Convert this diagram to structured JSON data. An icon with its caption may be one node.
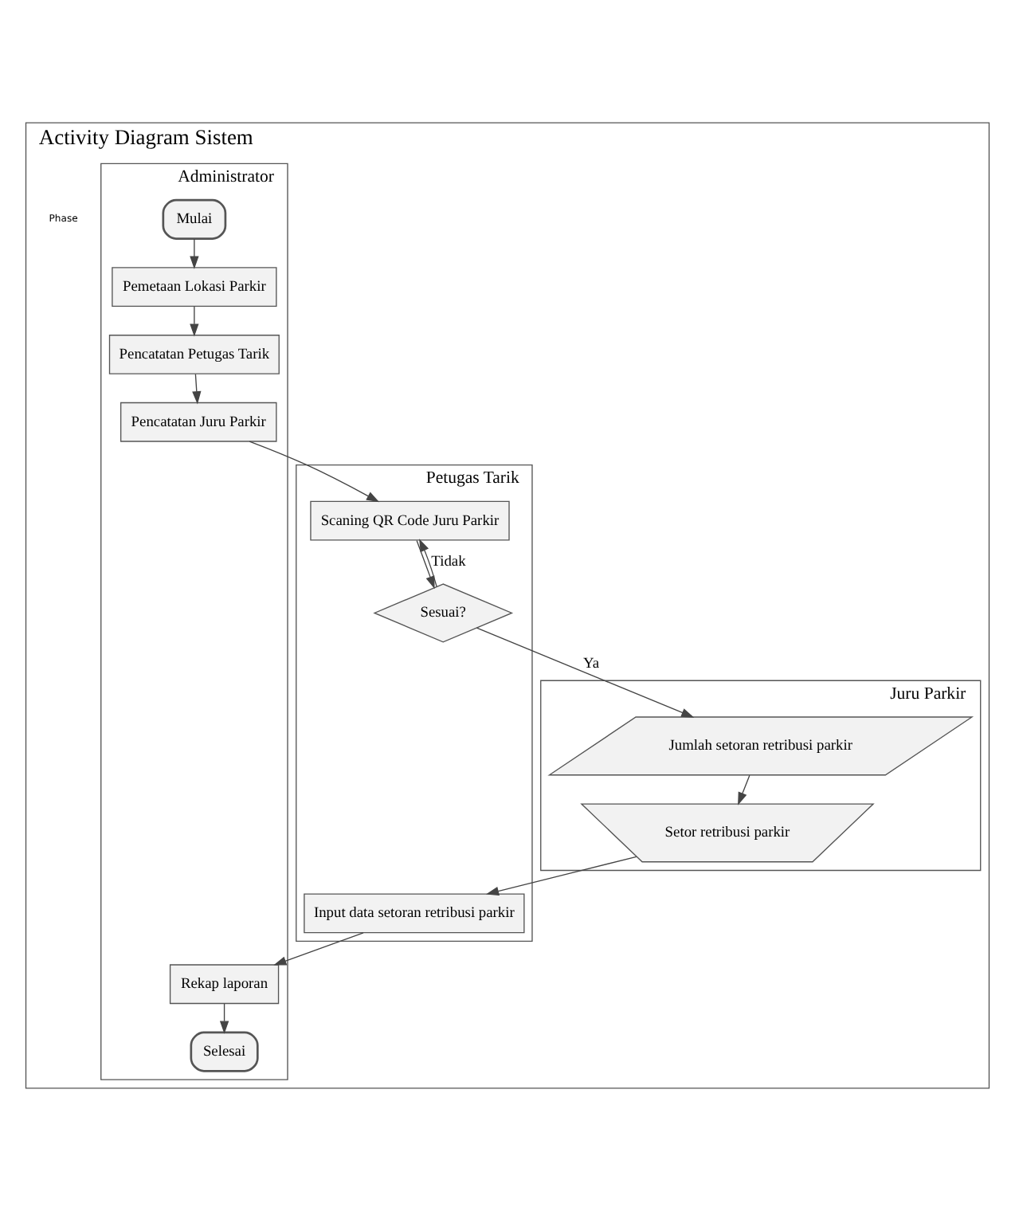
{
  "diagram": {
    "nodes": [
      {
        "text": [
          "Activity Diagram Sistem"
        ]
      },
      {
        "text": [
          "Administrator"
        ],
        "in": 0
      },
      {
        "text": [
          "Petugas Tarik"
        ],
        "in": 0
      },
      {
        "text": [
          "Juru Parkir"
        ],
        "in": 0
      },
      {
        "text": [
          "Mulai"
        ],
        "in": 1
      },
      {
        "text": [
          "Pemetaan Lokasi Parkir"
        ],
        "in": 1
      },
      {
        "text": [
          "Pencatatan Petugas Tarik"
        ],
        "in": 1
      },
      {
        "text": [
          "Pencatatan Juru Parkir"
        ],
        "in": 1
      },
      {
        "text": [
          "Scaning QR Code Juru Parkir"
        ],
        "in": 2
      },
      {
        "text": [
          "Sesuai?"
        ],
        "in": 2
      },
      {
        "text": [
          "Jumlah setoran retribusi parkir"
        ],
        "in": 3
      },
      {
        "text": [
          "Setor retribusi parkir"
        ],
        "in": 3
      },
      {
        "text": [
          "Input data setoran retribusi parkir"
        ],
        "in": 2
      },
      {
        "text": [
          "Rekap laporan"
        ],
        "in": 1
      },
      {
        "text": [
          "Selesai"
        ],
        "in": 1
      }
    ],
    "edges": [
      {
        "from": 4,
        "to": 5,
        "arrow": "to"
      },
      {
        "from": 5,
        "to": 6,
        "arrow": "to"
      },
      {
        "from": 6,
        "to": 7,
        "arrow": "to"
      },
      {
        "from": 7,
        "to": 8,
        "arrow": "to"
      },
      {
        "from": 8,
        "to": 9,
        "arrow": "to"
      },
      {
        "from": 9,
        "to": 8,
        "label": "Tidak",
        "arrow": "to"
      },
      {
        "from": 9,
        "to": 10,
        "label": "Ya",
        "arrow": "to"
      },
      {
        "from": 10,
        "to": 11,
        "arrow": "to"
      },
      {
        "from": 11,
        "to": 12,
        "arrow": "to"
      },
      {
        "from": 12,
        "to": 13,
        "arrow": "to"
      },
      {
        "from": 13,
        "to": 14,
        "arrow": "to"
      }
    ],
    "labels": [
      "Phase"
    ]
  }
}
